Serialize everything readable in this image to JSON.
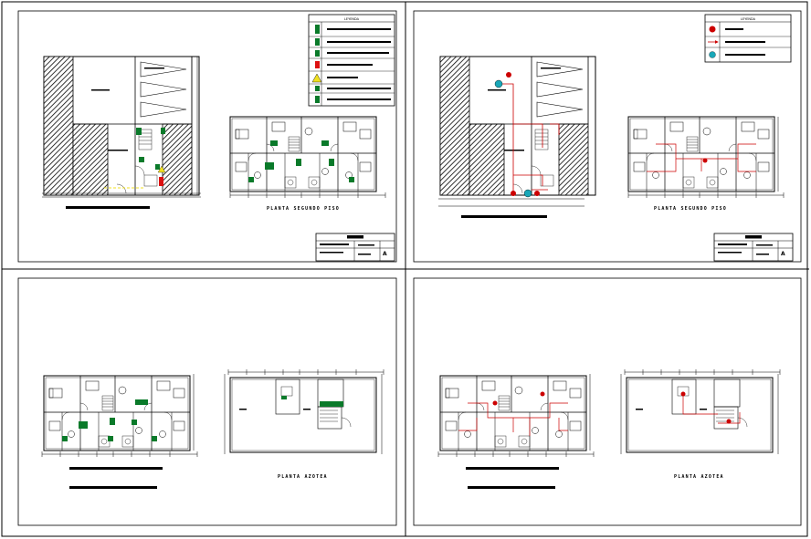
{
  "sheets": {
    "top_left": {
      "plan_title": "PLANTA SEGUNDO PISO",
      "legend_title": "LEYENDA"
    },
    "top_right": {
      "plan_title": "PLANTA SEGUNDO PISO",
      "legend_title": "LEYENDA"
    },
    "bottom_left": {
      "plan_title": "PLANTA AZOTEA"
    },
    "bottom_right": {
      "plan_title": "PLANTA AZOTEA"
    }
  },
  "colors": {
    "line": "#000000",
    "evacuation": "#cc0000",
    "signage_green": "#0a7a2a",
    "extinguisher_red": "#dd1111",
    "alarm_cyan": "#19a7b8",
    "warning_yellow": "#f0e020"
  }
}
